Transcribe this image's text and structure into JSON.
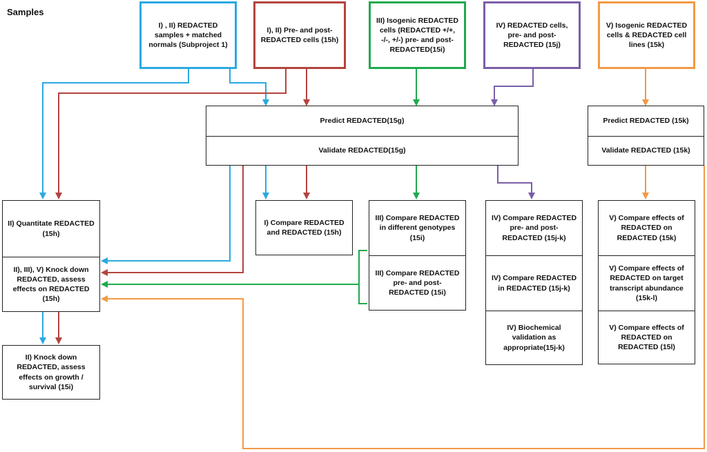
{
  "title": "Samples",
  "colors": {
    "cyan": "#2aa9e0",
    "red": "#b3443e",
    "green": "#1eaa4e",
    "purple": "#7b5ea8",
    "orange": "#f19a45",
    "box_border": "#222222"
  },
  "sources": {
    "s1": "I) , II) REDACTED samples + matched normals (Subproject 1)",
    "s2": "I), II) Pre- and post- REDACTED cells (15h)",
    "s3": "III)  Isogenic REDACTED cells (REDACTED +/+, -/-, +/-) pre- and post- REDACTED(15i)",
    "s4": "IV) REDACTED cells, pre- and post- REDACTED (15j)",
    "s5": "V) Isogenic REDACTED cells & REDACTED cell lines (15k)"
  },
  "predict_main": "Predict REDACTED(15g)",
  "validate_main": "Validate REDACTED(15g)",
  "predict_k": "Predict REDACTED (15k)",
  "validate_k": "Validate REDACTED (15k)",
  "nodes": {
    "quantitate": "II) Quantitate REDACTED  (15h)",
    "knockdown_assess": "II), III), V) Knock down REDACTED, assess effects on REDACTED (15h)",
    "knockdown_growth": "II) Knock down REDACTED, assess effects on growth / survival (15i)",
    "compare_h": "I) Compare REDACTED and REDACTED (15h)",
    "compare_genotypes": "III) Compare REDACTED in different genotypes (15i)",
    "compare_prepost_i": "III) Compare REDACTED  pre- and post- REDACTED (15i)",
    "compare_prepost_jk": "IV) Compare REDACTED pre- and post- REDACTED  (15j-k)",
    "compare_in_jk": "IV) Compare REDACTED in REDACTED (15j-k)",
    "biochem": "IV) Biochemical validation as appropriate(15j-k)",
    "effects_15k": "V) Compare effects of REDACTED on REDACTED (15k)",
    "effects_target": "V) Compare effects of REDACTED on target transcript abundance (15k-l)",
    "effects_15l": "V) Compare effects of REDACTED on REDACTED  (15l)"
  }
}
